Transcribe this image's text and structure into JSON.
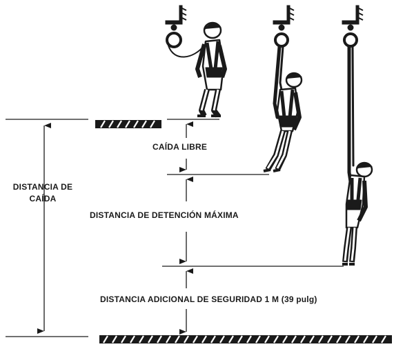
{
  "labels": {
    "caida_libre": "CAÍDA LIBRE",
    "distancia_de_caida_line1": "DISTANCIA DE",
    "distancia_de_caida_line2": "CAÍDA",
    "deteccion_maxima": "DISTANCIA DE DETENCIÓN MÁXIMA",
    "seguridad": "DISTANCIA ADICIONAL DE SEGURIDAD 1 M (39 pulg)"
  },
  "figures": [
    {
      "name": "worker-standing",
      "state": "before fall"
    },
    {
      "name": "worker-falling",
      "state": "free fall"
    },
    {
      "name": "worker-arrested",
      "state": "fall arrested"
    }
  ],
  "colors": {
    "ink": "#1a1a1a",
    "background": "#ffffff"
  }
}
